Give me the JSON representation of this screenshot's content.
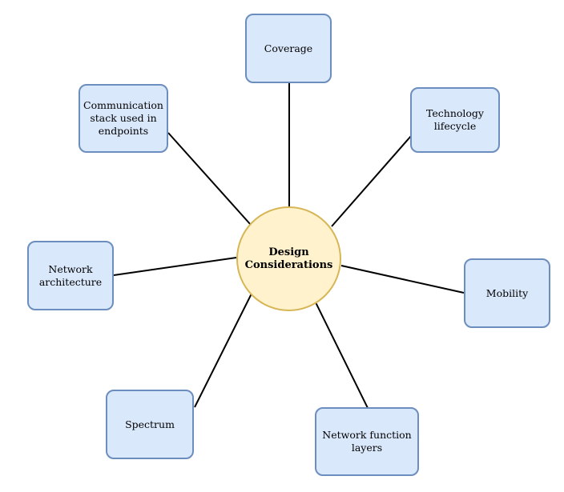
{
  "diagram": {
    "center": {
      "label": "Design\nConsiderations"
    },
    "nodes": {
      "coverage": "Coverage",
      "technology_lifecycle": "Technology\nlifecycle",
      "mobility": "Mobility",
      "network_function_layers": "Network function\nlayers",
      "spectrum": "Spectrum",
      "network_architecture": "Network\narchitecture",
      "communication_stack": "Communication\nstack used in\nendpoints"
    }
  },
  "colors": {
    "center_fill": "#fff2cc",
    "center_stroke": "#d6b656",
    "node_fill": "#dae8fc",
    "node_stroke": "#6c8ebf",
    "edge": "#000000"
  }
}
